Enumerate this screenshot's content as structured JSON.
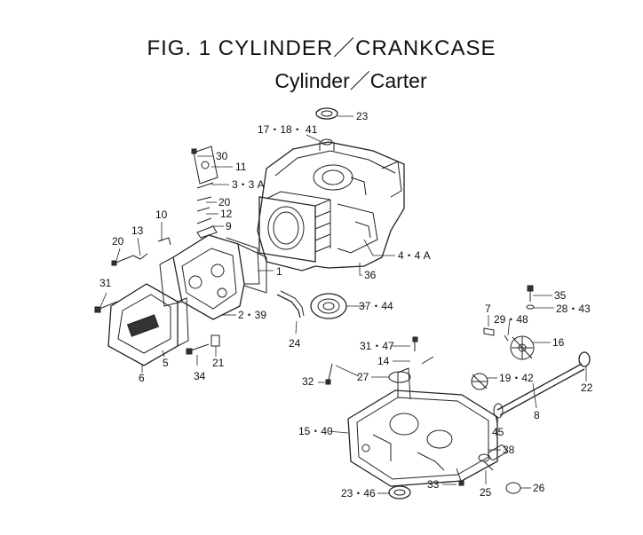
{
  "title": {
    "line1": "FIG.   1      CYLINDER／CRANKCASE",
    "line2": "Cylinder／Carter"
  },
  "callouts": [
    {
      "id": "c23a",
      "text": "23"
    },
    {
      "id": "c17",
      "text": "17・18・ 41"
    },
    {
      "id": "c30",
      "text": "30"
    },
    {
      "id": "c11",
      "text": "11"
    },
    {
      "id": "c3",
      "text": "3・3 A"
    },
    {
      "id": "c20a",
      "text": "20"
    },
    {
      "id": "c12",
      "text": "12"
    },
    {
      "id": "c9",
      "text": "9"
    },
    {
      "id": "c10",
      "text": "10"
    },
    {
      "id": "c13",
      "text": "13"
    },
    {
      "id": "c20b",
      "text": "20"
    },
    {
      "id": "c4",
      "text": "4・4 A"
    },
    {
      "id": "c1",
      "text": "1"
    },
    {
      "id": "c36",
      "text": "36"
    },
    {
      "id": "c31a",
      "text": "31"
    },
    {
      "id": "c2",
      "text": "2・39"
    },
    {
      "id": "c37",
      "text": "37・44"
    },
    {
      "id": "c24",
      "text": "24"
    },
    {
      "id": "c5",
      "text": "5"
    },
    {
      "id": "c6",
      "text": "6"
    },
    {
      "id": "c34",
      "text": "34"
    },
    {
      "id": "c21",
      "text": "21"
    },
    {
      "id": "c7",
      "text": "7"
    },
    {
      "id": "c35",
      "text": "35"
    },
    {
      "id": "c28",
      "text": "28・43"
    },
    {
      "id": "c29",
      "text": "29・48"
    },
    {
      "id": "c16",
      "text": "16"
    },
    {
      "id": "c31b",
      "text": "31・47"
    },
    {
      "id": "c14",
      "text": "14"
    },
    {
      "id": "c32",
      "text": "32"
    },
    {
      "id": "c27",
      "text": "27"
    },
    {
      "id": "c19",
      "text": "19・42"
    },
    {
      "id": "c22",
      "text": "22"
    },
    {
      "id": "c8",
      "text": "8"
    },
    {
      "id": "c15",
      "text": "15・40"
    },
    {
      "id": "c45",
      "text": "45"
    },
    {
      "id": "c38",
      "text": "38"
    },
    {
      "id": "c33",
      "text": "33"
    },
    {
      "id": "c23b",
      "text": "23・46"
    },
    {
      "id": "c25",
      "text": "25"
    },
    {
      "id": "c26",
      "text": "26"
    }
  ]
}
